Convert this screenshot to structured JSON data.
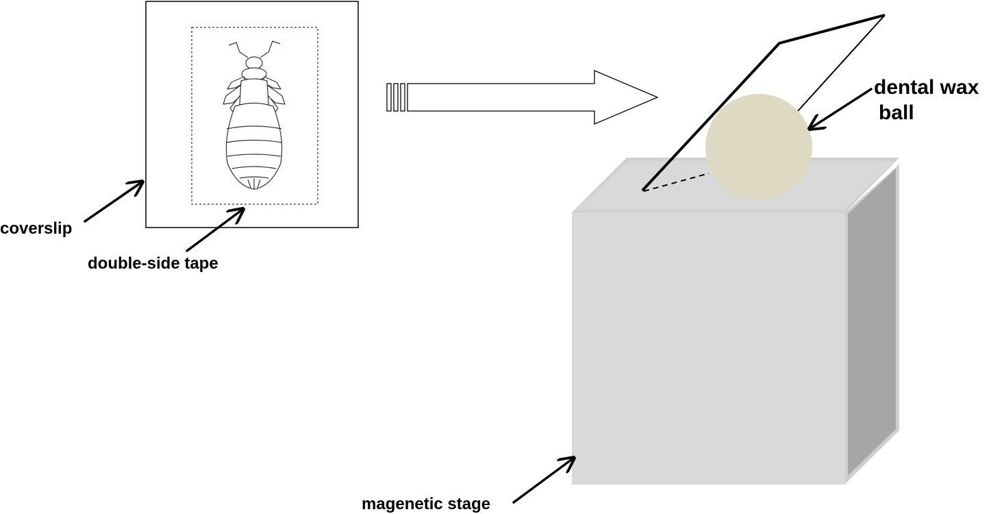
{
  "labels": {
    "coverslip": "coverslip",
    "double_side_tape": "double-side tape",
    "dental_wax_ball_line1": "dental wax",
    "dental_wax_ball_line2": "ball",
    "magenetic_stage": "magenetic stage"
  },
  "colors": {
    "stage_front": "#d9d9d9",
    "stage_top": "#d9d9d9",
    "stage_top_edge": "#cfcfcf",
    "stage_side": "#a6a6a6",
    "wax_ball": "#ddd9c3",
    "line": "#000000"
  },
  "icons": [
    "bed-bug-specimen-icon",
    "right-arrow-icon"
  ]
}
